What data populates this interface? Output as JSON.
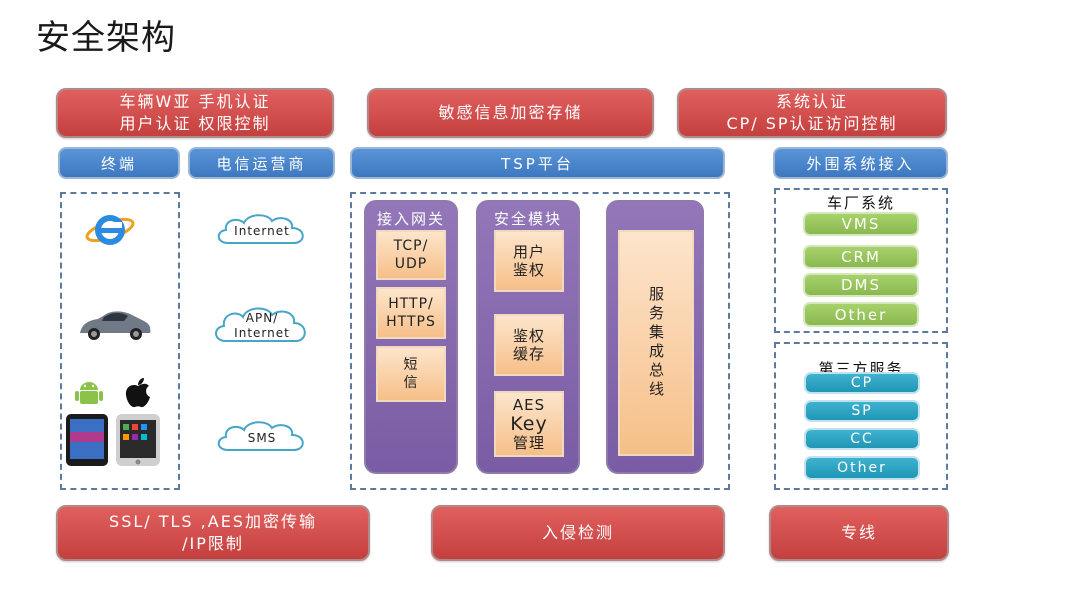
{
  "title": "安全架构",
  "top_row": {
    "box1_line1": "车辆W亚  手机认证",
    "box1_line2": "用户认证  权限控制",
    "box2": "敏感信息加密存储",
    "box3_line1": "系统认证",
    "box3_line2": "CP/ SP认证访问控制"
  },
  "headers": {
    "terminal": "终端",
    "carrier": "电信运营商",
    "tsp": "TSP平台",
    "external": "外围系统接入"
  },
  "carrier_clouds": [
    {
      "line1": "Internet",
      "line2": ""
    },
    {
      "line1": "APN/",
      "line2": "Internet"
    },
    {
      "line1": "SMS",
      "line2": ""
    }
  ],
  "gateway": {
    "title": "接入网关",
    "items": [
      {
        "line1": "TCP/",
        "line2": "UDP"
      },
      {
        "line1": "HTTP/",
        "line2": "HTTPS"
      },
      {
        "line1": "短",
        "line2": "信"
      }
    ]
  },
  "security": {
    "title": "安全模块",
    "items": [
      {
        "line1": "用户",
        "line2": "鉴权",
        "line3": ""
      },
      {
        "line1": "鉴权",
        "line2": "缓存",
        "line3": ""
      },
      {
        "line1": "AES",
        "line2": "Key",
        "line3": "管理"
      }
    ]
  },
  "service_bus": "服务集成总线",
  "oem": {
    "title": "车厂系统",
    "items": [
      "VMS",
      "CRM",
      "DMS",
      "Other"
    ]
  },
  "third_party": {
    "title": "第三方服务",
    "items": [
      "CP",
      "SP",
      "CC",
      "Other"
    ]
  },
  "bottom_row": {
    "box1_line1": "SSL/ TLS ,AES加密传输",
    "box1_line2": "/IP限制",
    "box2": "入侵检测",
    "box3": "专线"
  },
  "icons": {
    "browser": "ie-browser-icon",
    "car": "car-icon",
    "android": "android-icon",
    "apple": "apple-icon",
    "phones": "smartphone-icon"
  },
  "colors": {
    "red": "#c9494a",
    "blue": "#4682c9",
    "purple": "#7f61a8",
    "orange": "#f8c896",
    "green": "#96c25a",
    "teal": "#2ea3c1"
  }
}
